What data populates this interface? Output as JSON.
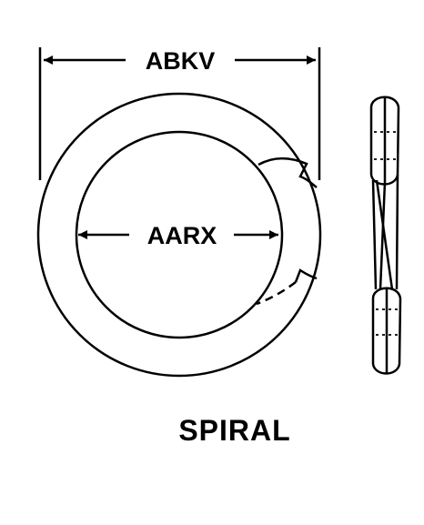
{
  "labels": {
    "outer_dimension": "ABKV",
    "inner_dimension": "AARX",
    "caption": "SPIRAL"
  },
  "colors": {
    "line": "#000000",
    "background": "#ffffff"
  }
}
